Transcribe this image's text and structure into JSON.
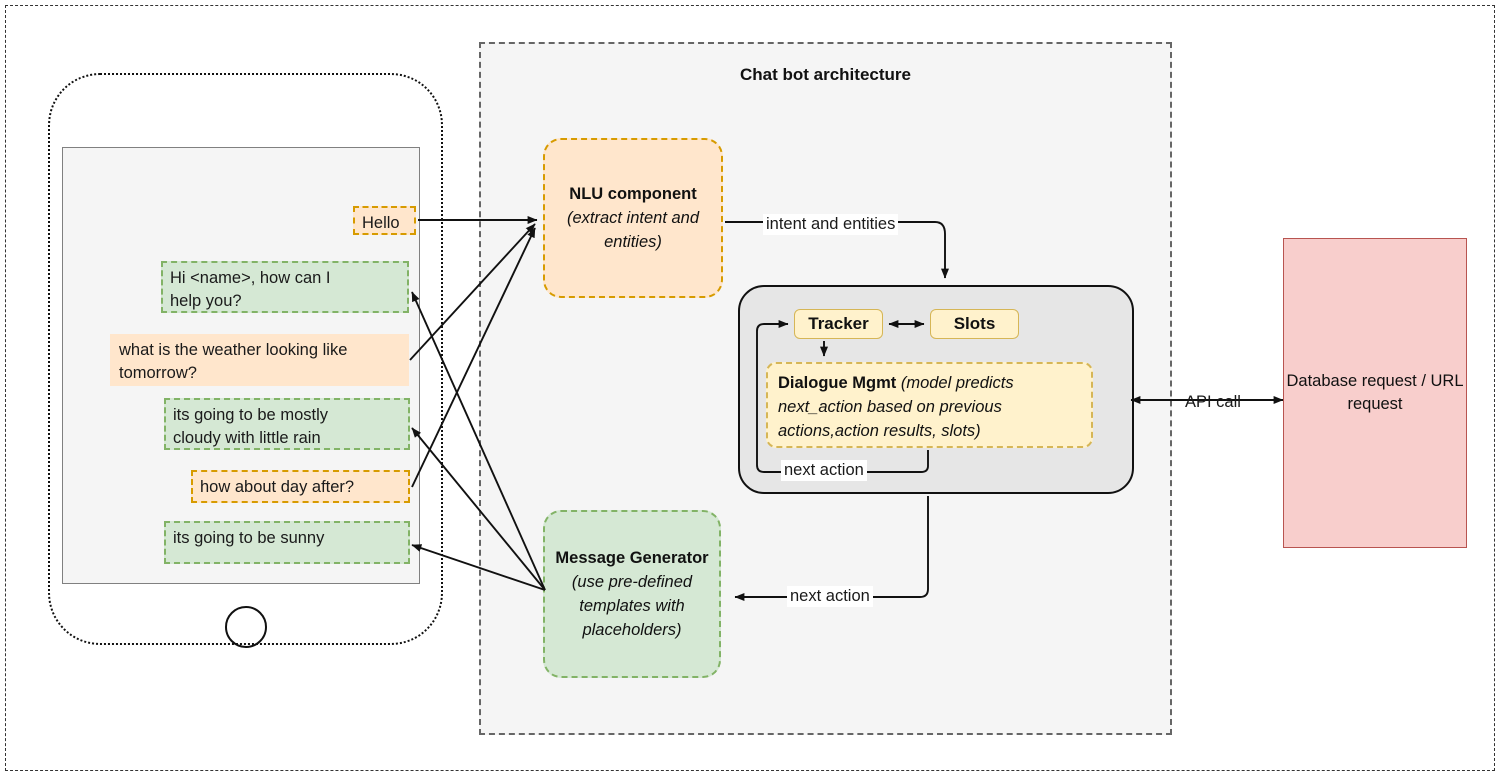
{
  "diagram": {
    "title": "Chat bot architecture",
    "type": "architecture-flow-diagram"
  },
  "phone": {
    "device_name": "smartphone-mockup",
    "home_button": "home-button",
    "chat": {
      "messages": [
        {
          "id": "hello",
          "text": "Hello",
          "sender": "user",
          "style": "dashed-orange"
        },
        {
          "id": "greeting",
          "text": "Hi <name>,  how can I\nhelp you?",
          "sender": "bot",
          "style": "dashed-green"
        },
        {
          "id": "weather",
          "text": "what is the weather looking like\ntomorrow?",
          "sender": "user",
          "style": "plain-orange"
        },
        {
          "id": "cloudy",
          "text": "its going to be mostly\ncloudy with little rain",
          "sender": "bot",
          "style": "dashed-green"
        },
        {
          "id": "dayafter",
          "text": "how about day after?",
          "sender": "user",
          "style": "dashed-orange"
        },
        {
          "id": "sunny",
          "text": "its going to be sunny",
          "sender": "bot",
          "style": "dashed-green"
        }
      ]
    }
  },
  "architecture": {
    "nlu": {
      "title": "NLU component",
      "subtitle": "(extract intent and entities)"
    },
    "dialogue": {
      "tracker_label": "Tracker",
      "slots_label": "Slots",
      "mgmt_title": "Dialogue Mgmt",
      "mgmt_subtitle": "(model predicts next_action based on previous actions,action results, slots)"
    },
    "message_generator": {
      "title": "Message Generator",
      "subtitle": "(use pre-defined templates with placeholders)"
    },
    "external": {
      "database_label": "Database request / URL request"
    },
    "edges": [
      {
        "id": "intent-entities",
        "label": "intent and entities",
        "from": "nlu",
        "to": "dialogue"
      },
      {
        "id": "next-action-1",
        "label": "next action",
        "from": "dialogue-mgmt",
        "to": "tracker"
      },
      {
        "id": "next-action-2",
        "label": "next action",
        "from": "dialogue",
        "to": "message-generator"
      },
      {
        "id": "api-call",
        "label": "API call",
        "from": "dialogue",
        "to": "database"
      }
    ]
  },
  "colors": {
    "orange_fill": "#ffe6cc",
    "orange_stroke": "#d79b00",
    "green_fill": "#d5e8d4",
    "green_stroke": "#82b366",
    "yellow_fill": "#fff2cc",
    "yellow_stroke": "#d6b656",
    "red_fill": "#f8cecc",
    "red_stroke": "#b85450",
    "grey_fill": "#e6e6e6",
    "panel_fill": "#f5f5f5",
    "line": "#111111"
  }
}
